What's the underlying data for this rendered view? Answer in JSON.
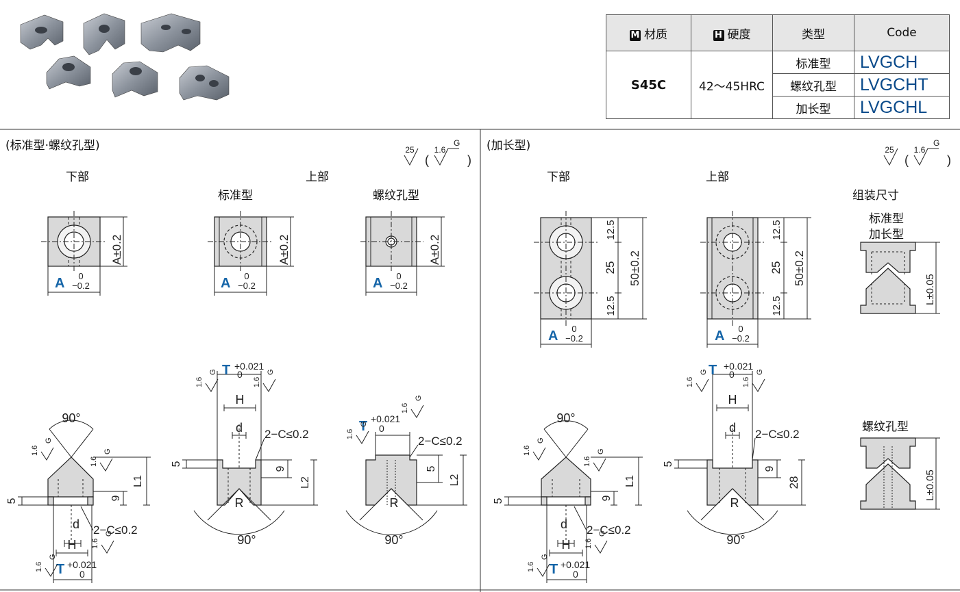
{
  "table": {
    "headers": {
      "material_tag": "M",
      "material": "材质",
      "hardness_tag": "H",
      "hardness": "硬度",
      "type": "类型",
      "code": "Code"
    },
    "material_value": "S45C",
    "hardness_value": "42～45HRC",
    "rows": [
      {
        "type": "标准型",
        "code": "LVGCH"
      },
      {
        "type": "螺纹孔型",
        "code": "LVGCHT"
      },
      {
        "type": "加长型",
        "code": "LVGCHL"
      }
    ]
  },
  "left_section": {
    "title": "(标准型·螺纹孔型)",
    "lower": "下部",
    "upper": "上部",
    "standard": "标准型",
    "threaded": "螺纹孔型"
  },
  "right_section": {
    "title": "(加长型)",
    "lower": "下部",
    "upper": "上部",
    "assembly": "组装尺寸",
    "assembly_std_1": "标准型",
    "assembly_std_2": "加长型",
    "assembly_thread": "螺纹孔型"
  },
  "dims": {
    "roughness_25": "25",
    "roughness_16": "1.6",
    "roughness_g": "G",
    "a_label": "A",
    "a_tol_top": "0",
    "a_tol_bot": "−0.2",
    "a_pm": "A±0.2",
    "t_label": "T",
    "t_tol_top": "+0.021",
    "t_tol_bot": "0",
    "h": "H",
    "d": "d",
    "chamfer": "2−C≤0.2",
    "r": "R",
    "angle": "90°",
    "five": "5",
    "nine": "9",
    "l1": "L1",
    "l2": "L2",
    "d28": "28",
    "d125": "12.5",
    "d25": "25",
    "d50": "50±0.2",
    "l_assembly": "L±0.05"
  },
  "colors": {
    "accent": "#1565a8",
    "part": "#d9d9d9",
    "line": "#222222"
  }
}
